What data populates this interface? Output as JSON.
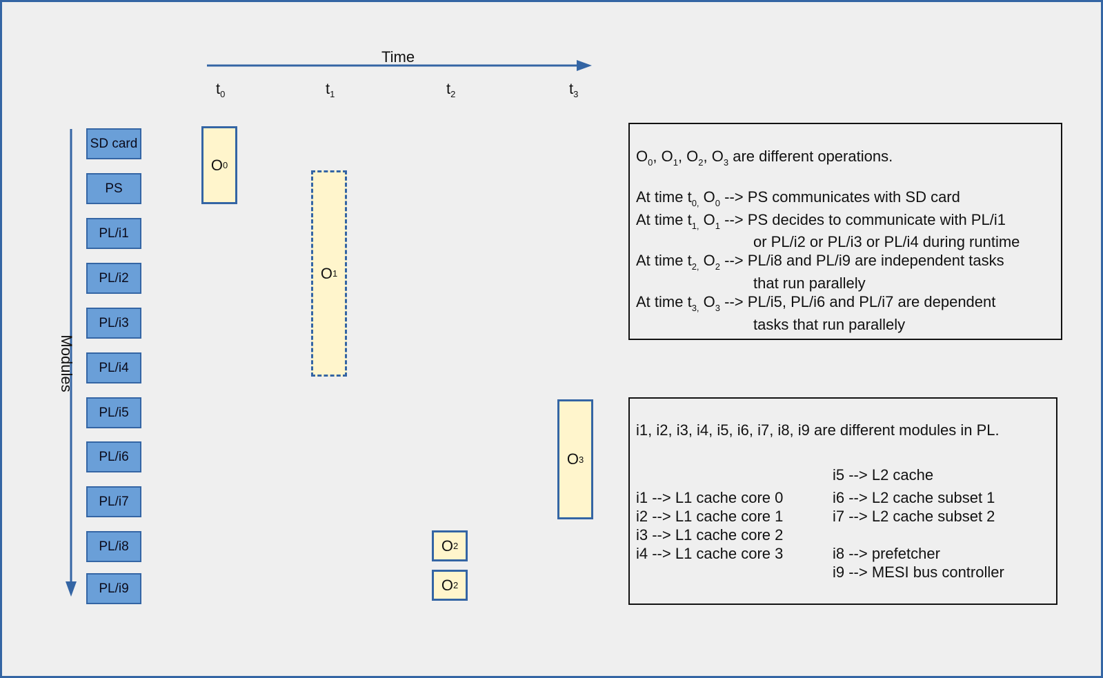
{
  "time_axis": {
    "label": "Time",
    "ticks": [
      "t",
      "t",
      "t",
      "t"
    ],
    "tick_subs": [
      "0",
      "1",
      "2",
      "3"
    ]
  },
  "modules_axis": {
    "label": "Modules"
  },
  "modules": [
    "SD card",
    "PS",
    "PL/i1",
    "PL/i2",
    "PL/i3",
    "PL/i4",
    "PL/i5",
    "PL/i6",
    "PL/i7",
    "PL/i8",
    "PL/i9"
  ],
  "operations": [
    {
      "label": "O",
      "sub": "0",
      "style": "solid"
    },
    {
      "label": "O",
      "sub": "1",
      "style": "dashed"
    },
    {
      "label": "O",
      "sub": "2",
      "style": "solid"
    },
    {
      "label": "O",
      "sub": "2",
      "style": "solid"
    },
    {
      "label": "O",
      "sub": "3",
      "style": "solid"
    }
  ],
  "legend_ops": {
    "intro": "are different operations.",
    "line1_main": "PS communicates with SD card",
    "line2_main": "PS decides to communicate with PL/i1",
    "line2_cont": "or PL/i2 or PL/i3 or PL/i4 during runtime",
    "line3_main": "PL/i8 and PL/i9 are independent tasks",
    "line3_cont": "that run parallely",
    "line4_main": "PL/i5, PL/i6 and PL/i7 are dependent",
    "line4_cont": "tasks that run parallely",
    "at_time": "At time",
    "arrow": "-->"
  },
  "legend_modules": {
    "intro": "i1, i2, i3, i4, i5, i6, i7, i8, i9 are different modules in PL.",
    "left": [
      "i1 --> L1 cache core 0",
      "i2 --> L1 cache core 1",
      "i3 --> L1 cache core 2",
      "i4 --> L1 cache core 3"
    ],
    "right_top": "i5 --> L2 cache",
    "right_mid": [
      "i6 --> L2 cache subset 1",
      "i7 --> L2 cache subset 2"
    ],
    "right_bottom": [
      "i8 --> prefetcher",
      "i9 --> MESI bus controller"
    ]
  },
  "colors": {
    "accent": "#3465a4",
    "module_fill": "#6a9fd8",
    "op_fill": "#fff5cc",
    "background": "#efefef"
  }
}
